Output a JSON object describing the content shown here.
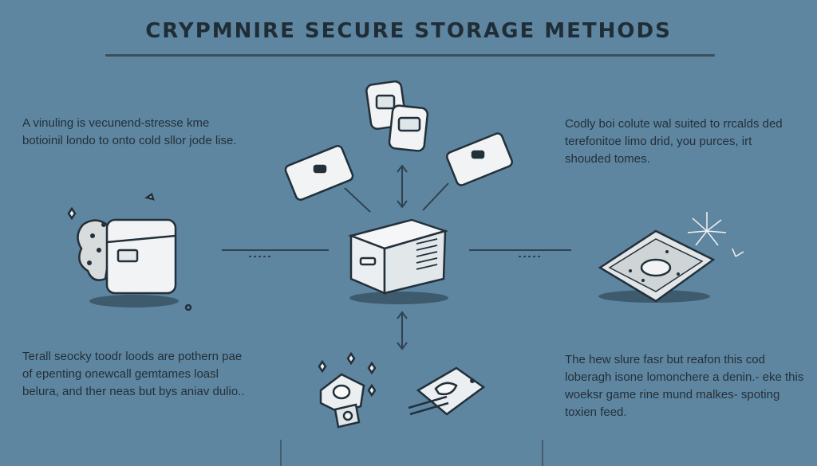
{
  "title": "CRYPMNIRE  SECURE STORAGE METHODS",
  "captions": {
    "top_left": "A vinuling is vecunend-stresse kme botioinil londo to onto cold sllor jode lise.",
    "top_right": "Codly boi colute wal suited to rrcalds ded terefonitoe limo drid, you purces, irt shouded tomes.",
    "bottom_left": "Terall seocky toodr loods are pothern pae of epenting onewcall gemtames loasl belura, and ther neas but bys aniav dulio..",
    "bottom_right": "The hew slure fasr but reafon this cod loberagh isone lomonchere a denin.- eke this woeksr game rine mund malkes- spoting toxien feed."
  },
  "icons": {
    "top_cards": "card-stack-icon",
    "left_card": "usb-card-icon",
    "right_card": "usb-card-icon",
    "left_device": "wallet-box-icon",
    "center": "vault-box-icon",
    "right_device": "paper-wallet-icon",
    "bottom_left": "hardware-key-icon",
    "bottom_right": "secure-tag-icon"
  }
}
